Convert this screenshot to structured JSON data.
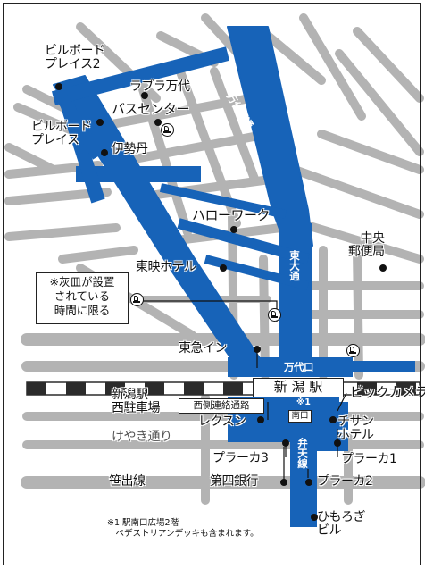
{
  "colors": {
    "road_gray": "#b3b3b3",
    "blue": "#1763b8",
    "rail_dark": "#2b2b2b",
    "ink": "#111111"
  },
  "labels": {
    "billboard_place_2": "ビルボード\nプレイス2",
    "lovela_bandai": "ラブラ万代",
    "bus_center": "バスセンター",
    "billboard_place": "ビルボード\nプレイス",
    "isetan": "伊勢丹",
    "bandai_bridge_st": "万代橋通",
    "hello_work": "ハローワーク",
    "chuo_post_office": "中央\n郵便局",
    "toei_hotel": "東映ホテル",
    "higashi_odori": "東大通",
    "ashtray_note": "※灰皿が設置\nされている\n時間に限る",
    "tokyu_inn": "東急イン",
    "bandai_exit": "万代口",
    "niigata_station": "新 潟 駅",
    "bic_camera": "ビックカメラ",
    "niigata_west_bus": "新潟駅\n西駐車場",
    "west_passage": "西側連絡通路",
    "lexon": "レクスン",
    "south_exit_note": "※1",
    "south_exit": "南口",
    "chisun_hotel": "チサン\nホテル",
    "keyaki_dori": "けやき通り",
    "plaka3": "プラーカ3",
    "plaka1": "プラーカ1",
    "bentenbashi": "弁天線",
    "sasade_line": "笹出線",
    "daishi_bank": "第四銀行",
    "plaka2": "プラーカ2",
    "himorogi_bldg": "ひもろぎ\nビル",
    "footnote": "※1 駅南口広場2階\n　ペデストリアンデッキも含まれます。"
  },
  "icons": [
    "smoking-area-icon",
    "landmark-dot-icon"
  ]
}
